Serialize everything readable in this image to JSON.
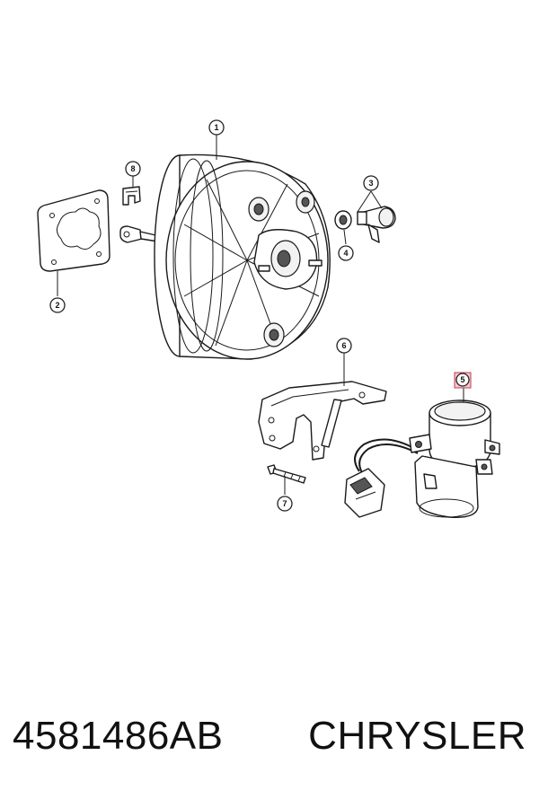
{
  "diagram": {
    "callouts": [
      {
        "id": "1",
        "label": "1"
      },
      {
        "id": "2",
        "label": "2"
      },
      {
        "id": "3",
        "label": "3"
      },
      {
        "id": "4",
        "label": "4"
      },
      {
        "id": "5",
        "label": "5",
        "highlighted": true
      },
      {
        "id": "6",
        "label": "6"
      },
      {
        "id": "7",
        "label": "7"
      },
      {
        "id": "8",
        "label": "8"
      }
    ],
    "highlight_color": "#c23b4d"
  },
  "footer": {
    "part_number": "4581486AB",
    "brand": "CHRYSLER"
  }
}
